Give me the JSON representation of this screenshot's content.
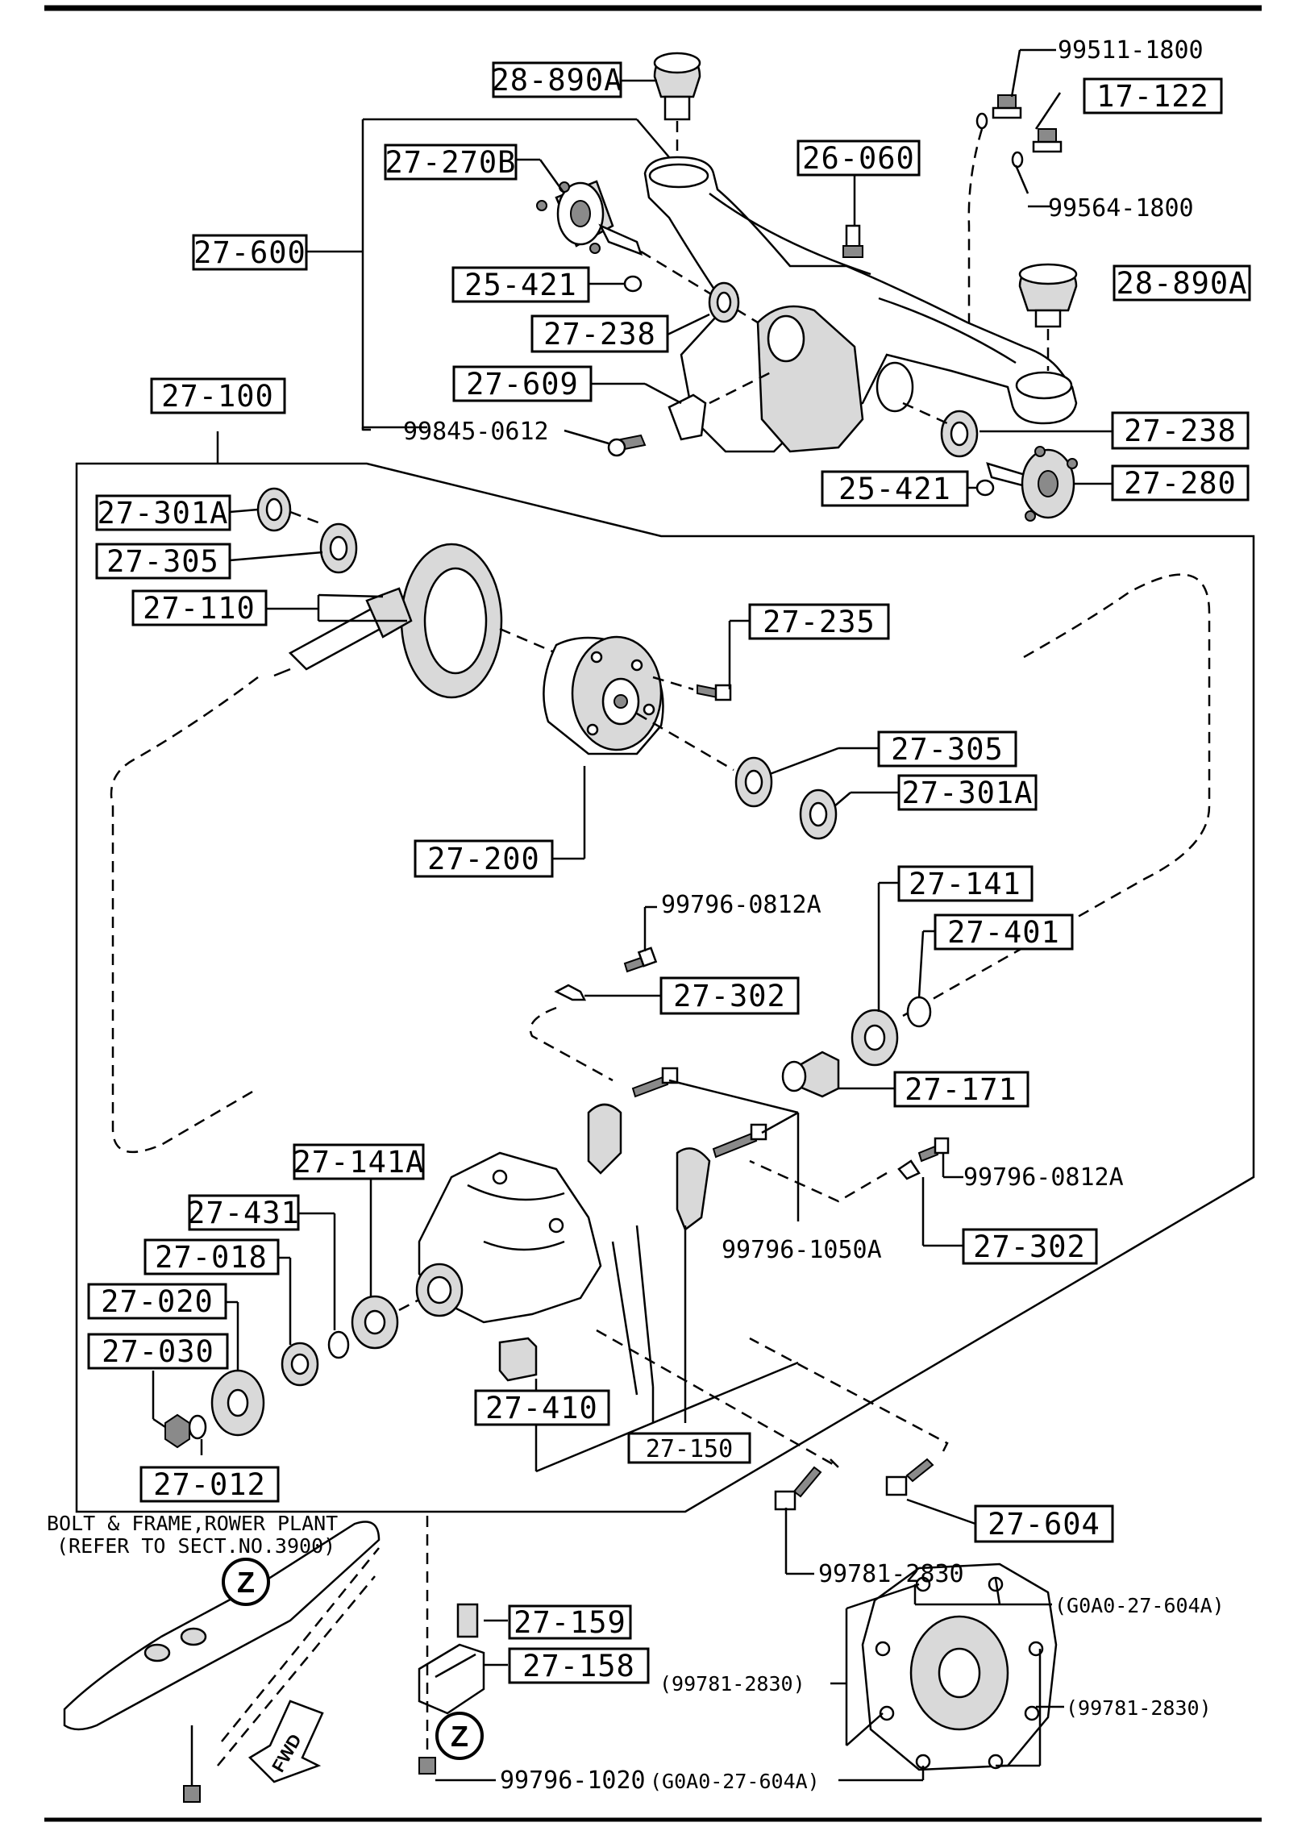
{
  "labels": {
    "l_28_890A_top": "28-890A",
    "l_99511_1800": "99511-1800",
    "l_17_122": "17-122",
    "l_27_270B": "27-270B",
    "l_26_060": "26-060",
    "l_99564_1800": "99564-1800",
    "l_27_600": "27-600",
    "l_25_421_top": "25-421",
    "l_28_890A_right": "28-890A",
    "l_27_238_left": "27-238",
    "l_27_609": "27-609",
    "l_27_100": "27-100",
    "l_99845_0612": "99845-0612",
    "l_27_238_right": "27-238",
    "l_25_421_right": "25-421",
    "l_27_280": "27-280",
    "l_27_301A_left": "27-301A",
    "l_27_305_left": "27-305",
    "l_27_110": "27-110",
    "l_27_235": "27-235",
    "l_27_305_right": "27-305",
    "l_27_301A_right": "27-301A",
    "l_27_200": "27-200",
    "l_99796_0812A_top": "99796-0812A",
    "l_27_141": "27-141",
    "l_27_401": "27-401",
    "l_27_302_top": "27-302",
    "l_27_171": "27-171",
    "l_27_141A": "27-141A",
    "l_99796_0812A_right": "99796-0812A",
    "l_27_431": "27-431",
    "l_27_302_right": "27-302",
    "l_27_018": "27-018",
    "l_99796_1050A": "99796-1050A",
    "l_27_020": "27-020",
    "l_27_030": "27-030",
    "l_27_410": "27-410",
    "l_27_150": "27-150",
    "l_27_012": "27-012",
    "l_27_604": "27-604",
    "l_99781_2830_bolt": "99781-2830",
    "l_g0a0_top": "(G0A0-27-604A)",
    "l_27_159": "27-159",
    "l_27_158": "27-158",
    "l_99781_2830_mid": "(99781-2830)",
    "l_99781_2830_rt": "(99781-2830)",
    "l_99796_1020": "99796-1020",
    "l_g0a0_bottom": "(G0A0-27-604A)"
  },
  "notes": {
    "bolt_frame_line1": "BOLT & FRAME,ROWER PLANT",
    "bolt_frame_line2": "(REFER TO SECT.NO.3900)",
    "view_marker": "Z",
    "fwd": "FWD"
  }
}
